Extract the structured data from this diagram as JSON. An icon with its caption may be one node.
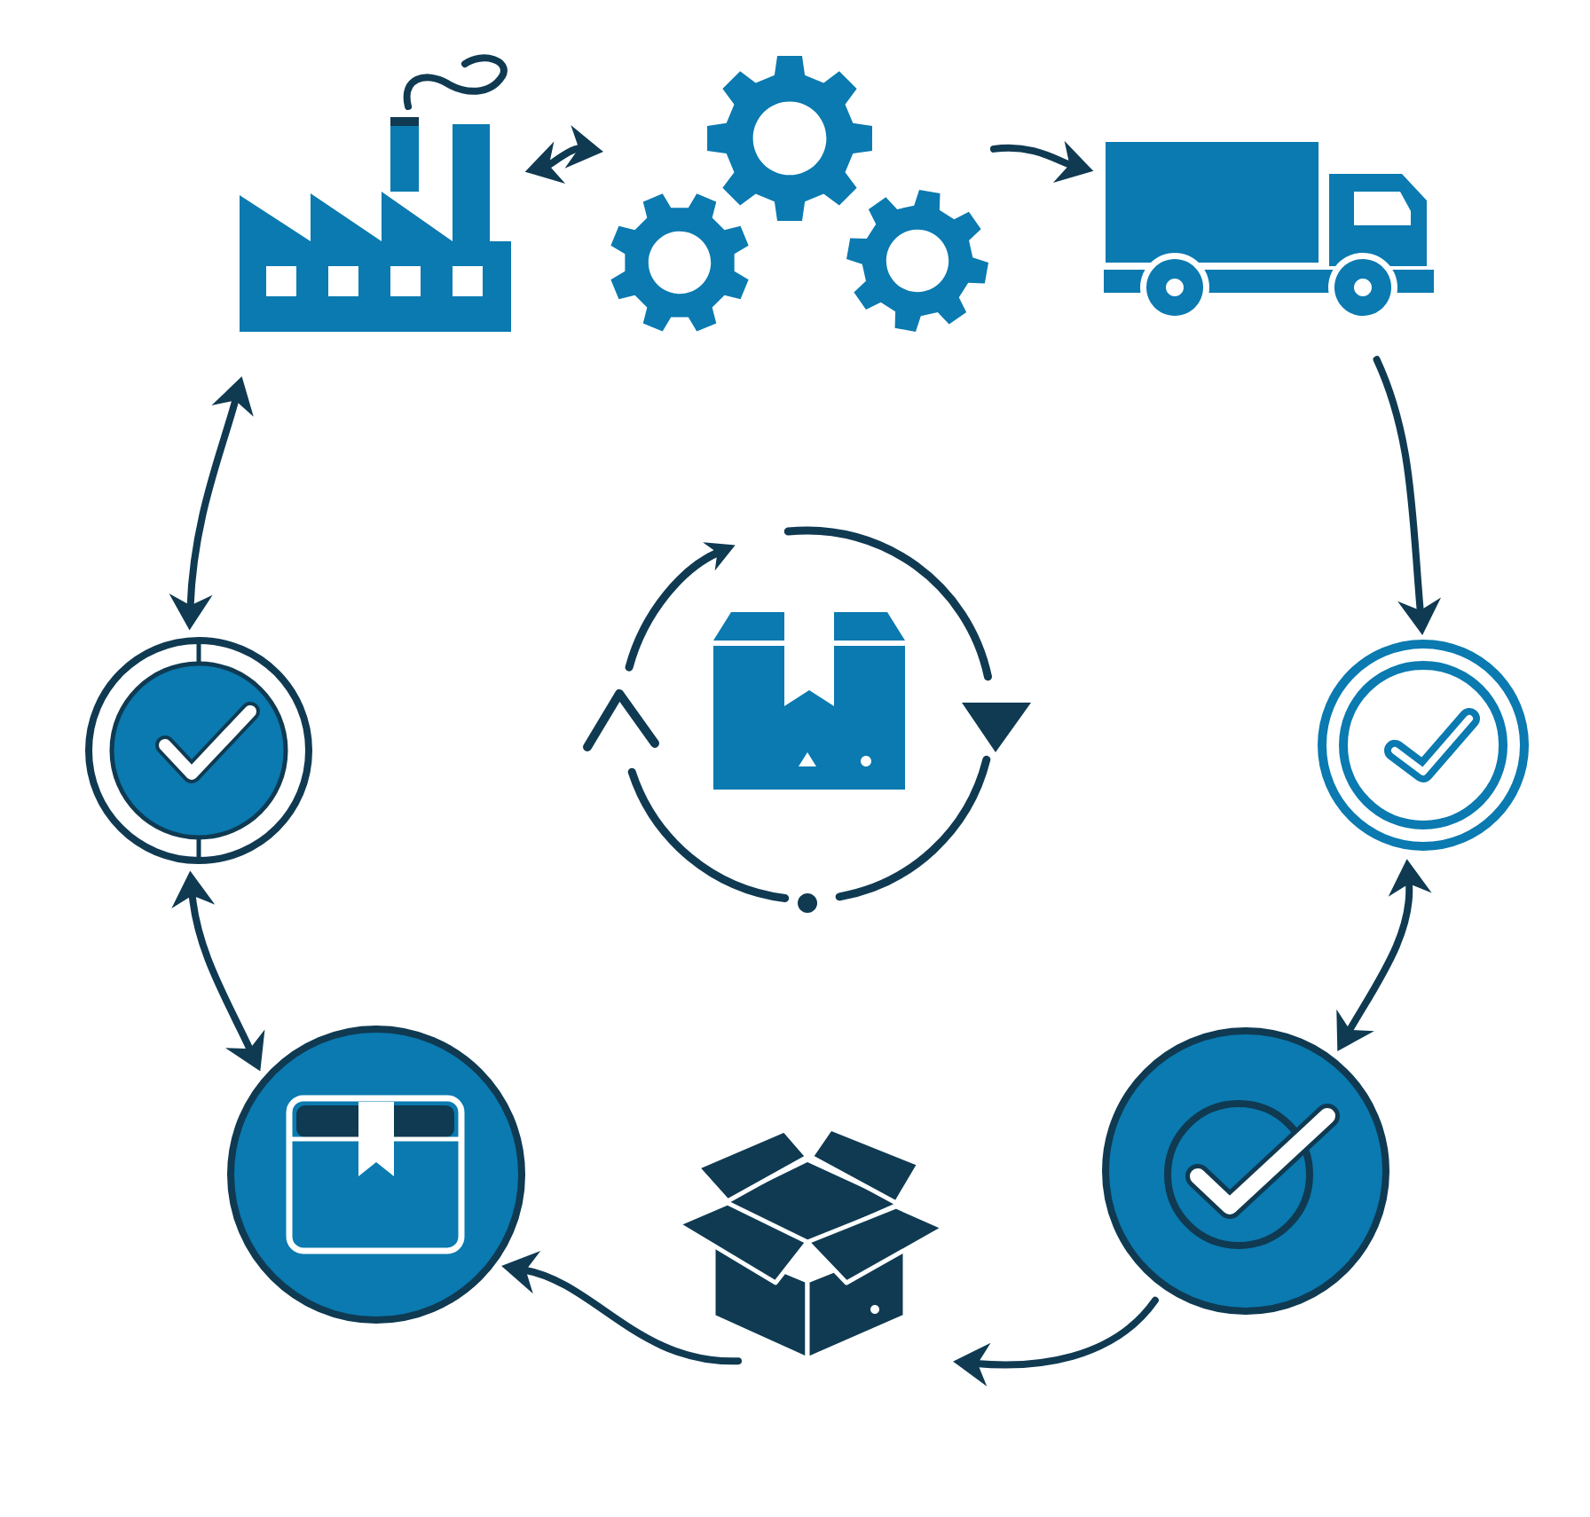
{
  "diagram": {
    "nodes": [
      {
        "text": [],
        "shape": "picture"
      },
      {
        "text": [],
        "shape": "picture"
      },
      {
        "text": [],
        "shape": "picture"
      },
      {
        "text": [],
        "shape": "circle"
      },
      {
        "text": [],
        "shape": "picture"
      },
      {
        "text": [],
        "shape": "circle"
      },
      {
        "text": [],
        "shape": "circle"
      },
      {
        "text": [],
        "shape": "picture"
      },
      {
        "text": [],
        "shape": "circle"
      }
    ],
    "edges": [
      {
        "from": 1,
        "to": 0,
        "arrow": "both"
      },
      {
        "from": 1,
        "to": 2,
        "arrow": "to"
      },
      {
        "from": 2,
        "to": 5,
        "arrow": "to"
      },
      {
        "from": 5,
        "to": 8,
        "arrow": "both"
      },
      {
        "from": 8,
        "to": 7,
        "arrow": "to"
      },
      {
        "from": 7,
        "to": 6,
        "arrow": "to"
      },
      {
        "from": 6,
        "to": 3,
        "arrow": "both"
      },
      {
        "from": 0,
        "to": 3,
        "arrow": "both"
      }
    ]
  }
}
